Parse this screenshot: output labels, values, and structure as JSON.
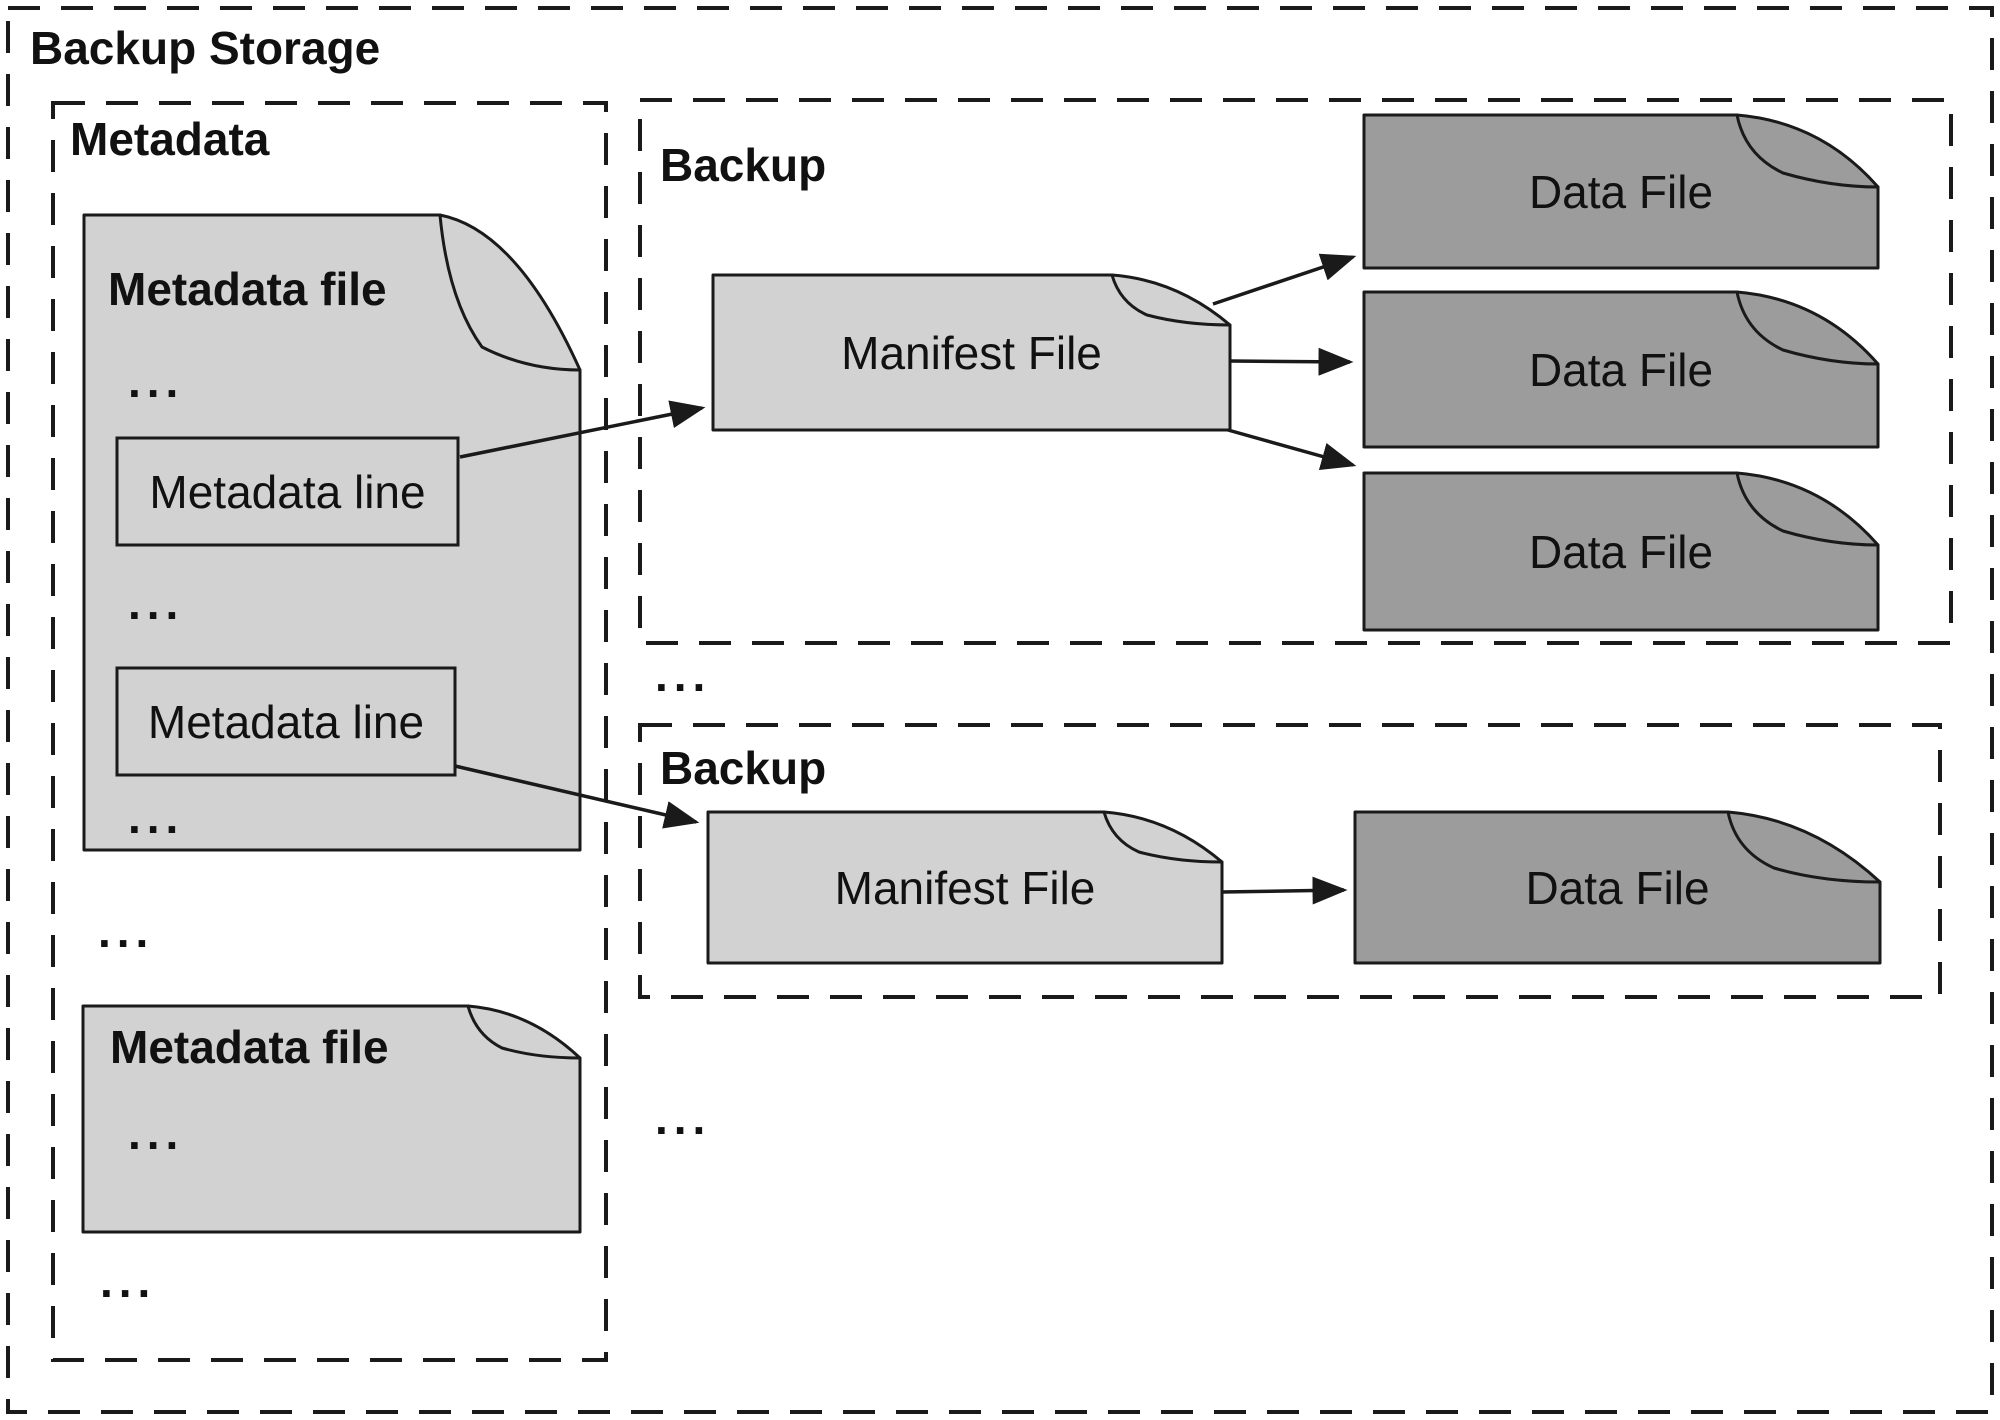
{
  "title": "Backup Storage",
  "colors": {
    "background": "#ffffff",
    "light_file": "#d2d2d2",
    "dark_file": "#9c9c9c",
    "line": "#1a1a1a",
    "text": "#111111"
  },
  "metadata": {
    "label": "Metadata",
    "file1": {
      "title": "Metadata file",
      "ellipsis_top": "...",
      "line1": "Metadata line",
      "ellipsis_mid": "...",
      "line2": "Metadata line",
      "ellipsis_bottom": "..."
    },
    "ellipsis_between_files": "...",
    "file2": {
      "title": "Metadata file",
      "ellipsis": "..."
    },
    "ellipsis_after_files": "..."
  },
  "backups": {
    "backup1": {
      "label": "Backup",
      "manifest": "Manifest File",
      "data_files": [
        "Data File",
        "Data File",
        "Data File"
      ]
    },
    "ellipsis_between": "...",
    "backup2": {
      "label": "Backup",
      "manifest": "Manifest File",
      "data_files": [
        "Data File"
      ]
    },
    "ellipsis_after": "..."
  }
}
